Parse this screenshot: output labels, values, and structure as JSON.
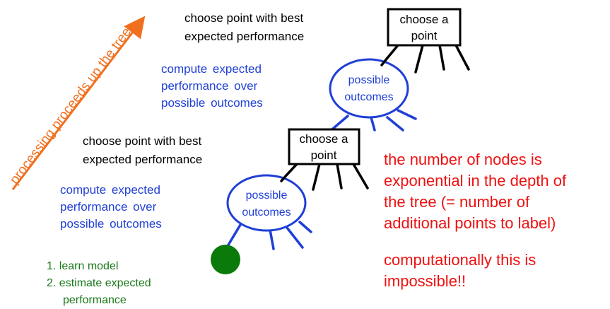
{
  "arrow_label": "processing proceeds up the tree",
  "upper": {
    "choose_text": [
      "choose point with best",
      "expected performance"
    ],
    "compute_text": [
      "compute expected",
      "performance over",
      "possible outcomes"
    ],
    "box_label": [
      "choose a",
      "point"
    ],
    "ellipse_label": [
      "possible",
      "outcomes"
    ]
  },
  "lower": {
    "choose_text": [
      "choose point with best",
      "expected performance"
    ],
    "compute_text": [
      "compute expected",
      "performance over",
      "possible outcomes"
    ],
    "box_label": [
      "choose a",
      "point"
    ],
    "ellipse_label": [
      "possible",
      "outcomes"
    ]
  },
  "leaf_steps": [
    "1. learn model",
    "2. estimate expected",
    "performance"
  ],
  "red_text": [
    "the number of nodes is",
    "exponential in the depth of",
    "the tree (= number of",
    "additional points to label)",
    "",
    "computationally this is",
    "impossible!!"
  ],
  "colors": {
    "arrow": "#f07020",
    "outcome": "#1f3fd6",
    "leaf": "#0a7a0a",
    "note": "#ee1111"
  }
}
